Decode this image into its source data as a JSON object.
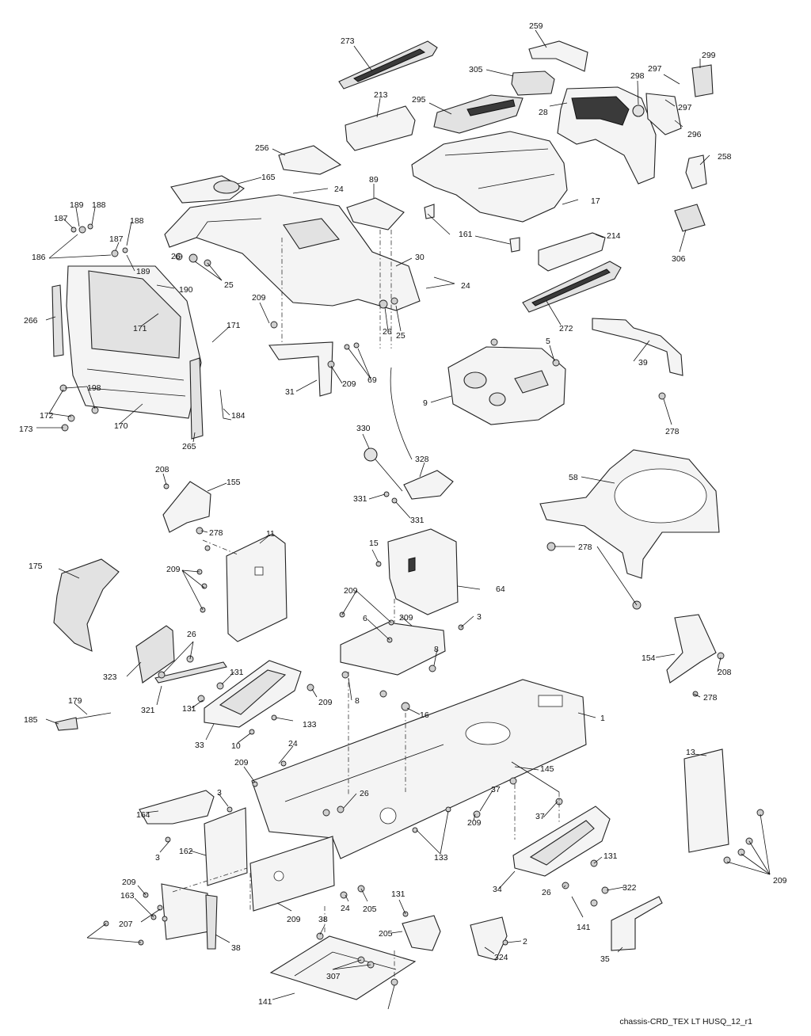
{
  "diagram_code": "chassis-CRD_TEX LT HUSQ_12_r1",
  "callouts": [
    "273",
    "259",
    "305",
    "213",
    "295",
    "298",
    "297",
    "299",
    "28",
    "297",
    "296",
    "256",
    "258",
    "165",
    "24",
    "89",
    "17",
    "306",
    "161",
    "214",
    "189",
    "188",
    "187",
    "186",
    "188",
    "187",
    "189",
    "190",
    "26",
    "25",
    "30",
    "24",
    "272",
    "266",
    "171",
    "209",
    "26",
    "25",
    "5",
    "39",
    "171",
    "198",
    "172",
    "173",
    "170",
    "265",
    "184",
    "31",
    "209",
    "69",
    "9",
    "278",
    "330",
    "328",
    "331",
    "331",
    "208",
    "155",
    "278",
    "58",
    "11",
    "15",
    "278",
    "175",
    "209",
    "64",
    "209",
    "3",
    "6",
    "209",
    "8",
    "26",
    "323",
    "131",
    "154",
    "208",
    "179",
    "185",
    "321",
    "131",
    "209",
    "133",
    "8",
    "16",
    "278",
    "1",
    "33",
    "10",
    "24",
    "13",
    "209",
    "145",
    "3",
    "164",
    "26",
    "37",
    "37",
    "3",
    "162",
    "209",
    "133",
    "131",
    "34",
    "209",
    "207",
    "209",
    "163",
    "209",
    "24",
    "205",
    "131",
    "26",
    "322",
    "141",
    "38",
    "205",
    "2",
    "38",
    "324",
    "35",
    "307",
    "141"
  ]
}
